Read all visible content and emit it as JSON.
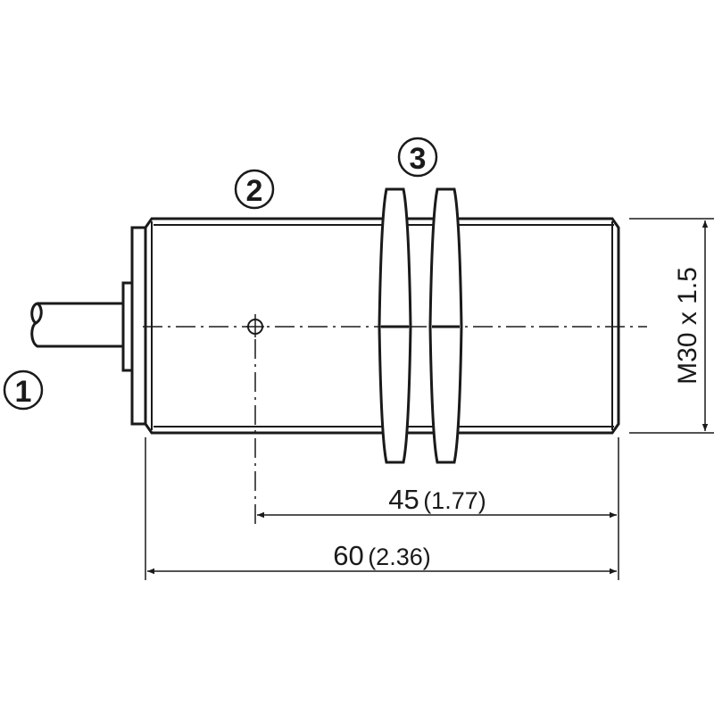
{
  "callouts": {
    "cable": "1",
    "housing": "2",
    "nuts": "3"
  },
  "dimensions": {
    "thread": "M30 x 1.5",
    "length_45": "45",
    "length_45_in": "(1.77)",
    "length_60": "60",
    "length_60_in": "(2.36)"
  },
  "colors": {
    "line": "#1a1a1a",
    "background": "#ffffff"
  }
}
